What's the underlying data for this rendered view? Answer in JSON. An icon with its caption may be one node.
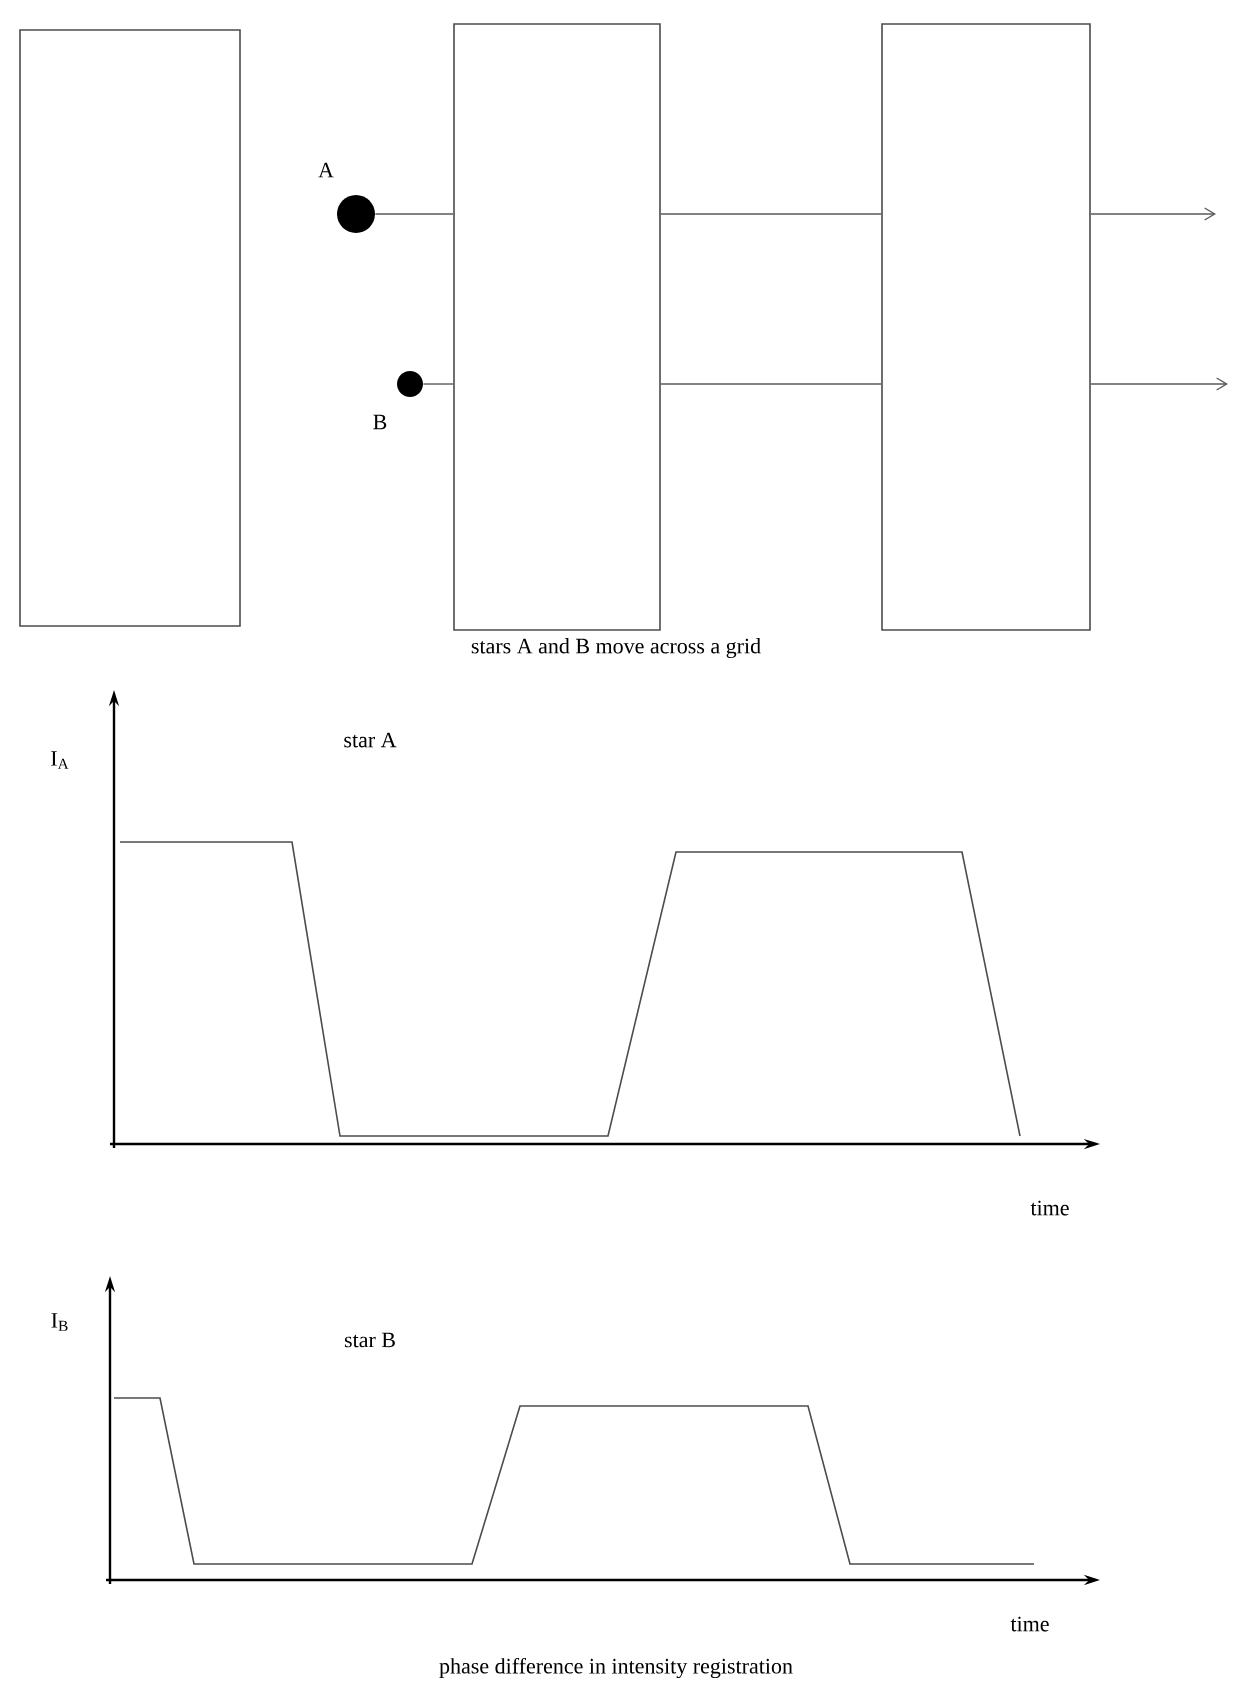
{
  "diagram": {
    "nodes": [
      {
        "text": [],
        "shape": "box"
      },
      {
        "text": [],
        "shape": "box"
      },
      {
        "text": [],
        "shape": "box"
      },
      {
        "text": [],
        "shape": "circle",
        "beside": [
          "A"
        ]
      },
      {
        "text": [],
        "shape": "circle",
        "beside": [
          "B"
        ]
      }
    ],
    "edges": [
      {
        "from": 3,
        "to": 1,
        "arrow": "none"
      },
      {
        "from": 1,
        "to": 2,
        "arrow": "none"
      },
      {
        "from": 2,
        "to": null,
        "arrow": "to"
      },
      {
        "from": 4,
        "to": 1,
        "arrow": "none"
      },
      {
        "from": 1,
        "to": 2,
        "arrow": "none"
      },
      {
        "from": 2,
        "to": null,
        "arrow": "to"
      }
    ],
    "labels": [
      "stars A and B move across a grid",
      "I$_{A}$",
      "star A",
      "time",
      "I$_{B}$",
      "star B",
      "time",
      "phase difference in intensity registration"
    ]
  }
}
